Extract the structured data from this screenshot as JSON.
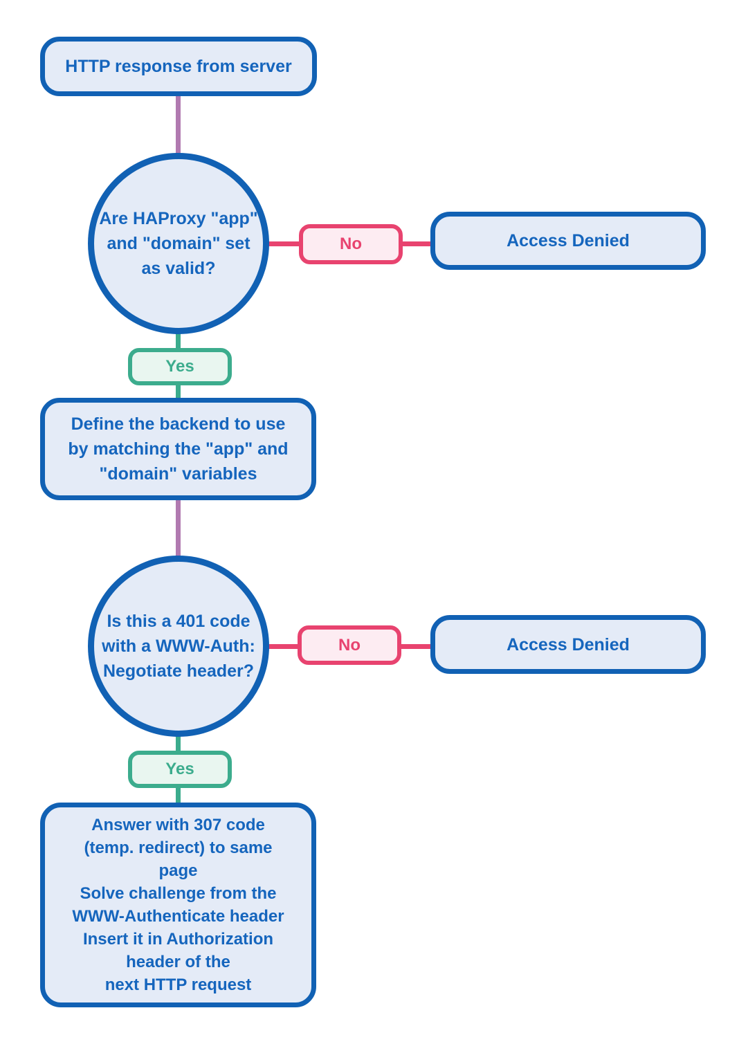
{
  "colors": {
    "blue_border": "#1161b4",
    "blue_fill": "#e4ebf7",
    "blue_text": "#1565bd",
    "pink": "#e8436f",
    "pink_fill": "#fdecf2",
    "green": "#3cac8d",
    "green_fill": "#e9f6f0",
    "purple": "#b17ab0",
    "background": "#ffffff"
  },
  "nodes": {
    "start": {
      "label": "HTTP response from server"
    },
    "decision1": {
      "label": "Are HAProxy \"app\"\nand \"domain\" set\nas valid?"
    },
    "no1": {
      "label": "No"
    },
    "denied1": {
      "label": "Access Denied"
    },
    "yes1": {
      "label": "Yes"
    },
    "process1": {
      "label": "Define the backend to use\nby matching the \"app\" and\n\"domain\" variables"
    },
    "decision2": {
      "label": "Is this a 401 code\nwith a WWW-Auth:\nNegotiate header?"
    },
    "no2": {
      "label": "No"
    },
    "denied2": {
      "label": "Access Denied"
    },
    "yes2": {
      "label": "Yes"
    },
    "process2": {
      "label": "Answer with 307 code\n(temp. redirect) to same\npage\nSolve challenge from the\nWWW-Authenticate header\nInsert it in Authorization\nheader of the\nnext HTTP request"
    }
  }
}
